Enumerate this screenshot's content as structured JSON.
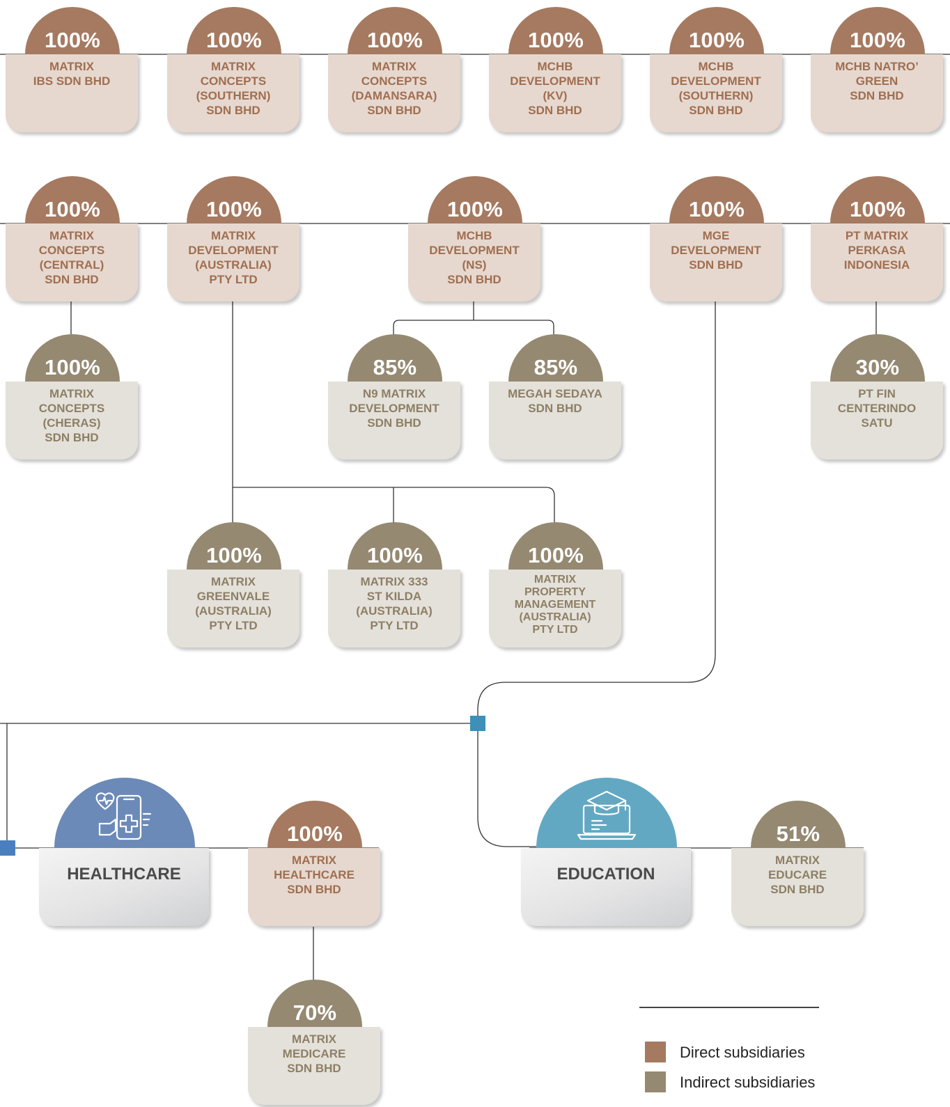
{
  "colors": {
    "direct": "#a57a61",
    "indirect": "#958972",
    "healthcare": "#6c8ab8",
    "education": "#63a8c3",
    "connector": "#3d90b8"
  },
  "rows": [
    {
      "nodes": [
        {
          "id": "n1",
          "pct": "100%",
          "name": "MATRIX\nIBS SDN BHD",
          "type": "direct"
        },
        {
          "id": "n2",
          "pct": "100%",
          "name": "MATRIX\nCONCEPTS\n(SOUTHERN)\nSDN BHD",
          "type": "direct"
        },
        {
          "id": "n3",
          "pct": "100%",
          "name": "MATRIX\nCONCEPTS\n(DAMANSARA)\nSDN BHD",
          "type": "direct"
        },
        {
          "id": "n4",
          "pct": "100%",
          "name": "MCHB\nDEVELOPMENT\n(KV)\nSDN BHD",
          "type": "direct"
        },
        {
          "id": "n5",
          "pct": "100%",
          "name": "MCHB\nDEVELOPMENT\n(SOUTHERN)\nSDN BHD",
          "type": "direct"
        },
        {
          "id": "n6",
          "pct": "100%",
          "name": "MCHB NATRO’\nGREEN\nSDN BHD",
          "type": "direct"
        }
      ]
    },
    {
      "nodes": [
        {
          "id": "n7",
          "pct": "100%",
          "name": "MATRIX\nCONCEPTS\n(CENTRAL)\nSDN BHD",
          "type": "direct"
        },
        {
          "id": "n8",
          "pct": "100%",
          "name": "MATRIX\nDEVELOPMENT\n(AUSTRALIA)\nPTY LTD",
          "type": "direct"
        },
        {
          "id": "n9",
          "pct": "100%",
          "name": "MCHB\nDEVELOPMENT\n(NS)\nSDN BHD",
          "type": "direct"
        },
        {
          "id": "n10",
          "pct": "100%",
          "name": "MGE\nDEVELOPMENT\nSDN BHD",
          "type": "direct"
        },
        {
          "id": "n11",
          "pct": "100%",
          "name": "PT MATRIX\nPERKASA\nINDONESIA",
          "type": "direct"
        }
      ]
    },
    {
      "nodes": [
        {
          "id": "n12",
          "pct": "100%",
          "name": "MATRIX\nCONCEPTS\n(CHERAS)\nSDN BHD",
          "type": "indirect"
        },
        {
          "id": "n13",
          "pct": "85%",
          "name": "N9 MATRIX\nDEVELOPMENT\nSDN BHD",
          "type": "indirect"
        },
        {
          "id": "n14",
          "pct": "85%",
          "name": "MEGAH SEDAYA\nSDN BHD",
          "type": "indirect"
        },
        {
          "id": "n15",
          "pct": "30%",
          "name": "PT FIN\nCENTERINDO\nSATU",
          "type": "indirect"
        }
      ]
    },
    {
      "nodes": [
        {
          "id": "n16",
          "pct": "100%",
          "name": "MATRIX\nGREENVALE\n(AUSTRALIA)\nPTY LTD",
          "type": "indirect"
        },
        {
          "id": "n17",
          "pct": "100%",
          "name": "MATRIX 333\nST KILDA\n(AUSTRALIA)\nPTY LTD",
          "type": "indirect"
        },
        {
          "id": "n18",
          "pct": "100%",
          "name": "MATRIX\nPROPERTY\nMANAGEMENT\n(AUSTRALIA)\nPTY LTD",
          "type": "indirect"
        }
      ]
    },
    {
      "nodes": [
        {
          "id": "n19",
          "pct": "100%",
          "name": "MATRIX\nHEALTHCARE\nSDN BHD",
          "type": "direct"
        },
        {
          "id": "n20",
          "pct": "51%",
          "name": "MATRIX\nEDUCARE\nSDN BHD",
          "type": "indirect"
        },
        {
          "id": "n21",
          "pct": "70%",
          "name": "MATRIX\nMEDICARE\nSDN BHD",
          "type": "indirect"
        }
      ]
    }
  ],
  "sectors": [
    {
      "id": "healthcare",
      "label": "HEALTHCARE",
      "icon": "healthcare-phone-heart-icon"
    },
    {
      "id": "education",
      "label": "EDUCATION",
      "icon": "education-laptop-graduation-cap-icon"
    }
  ],
  "legend": [
    {
      "label": "Direct subsidiaries",
      "type": "direct"
    },
    {
      "label": "Indirect subsidiaries",
      "type": "indirect"
    }
  ]
}
